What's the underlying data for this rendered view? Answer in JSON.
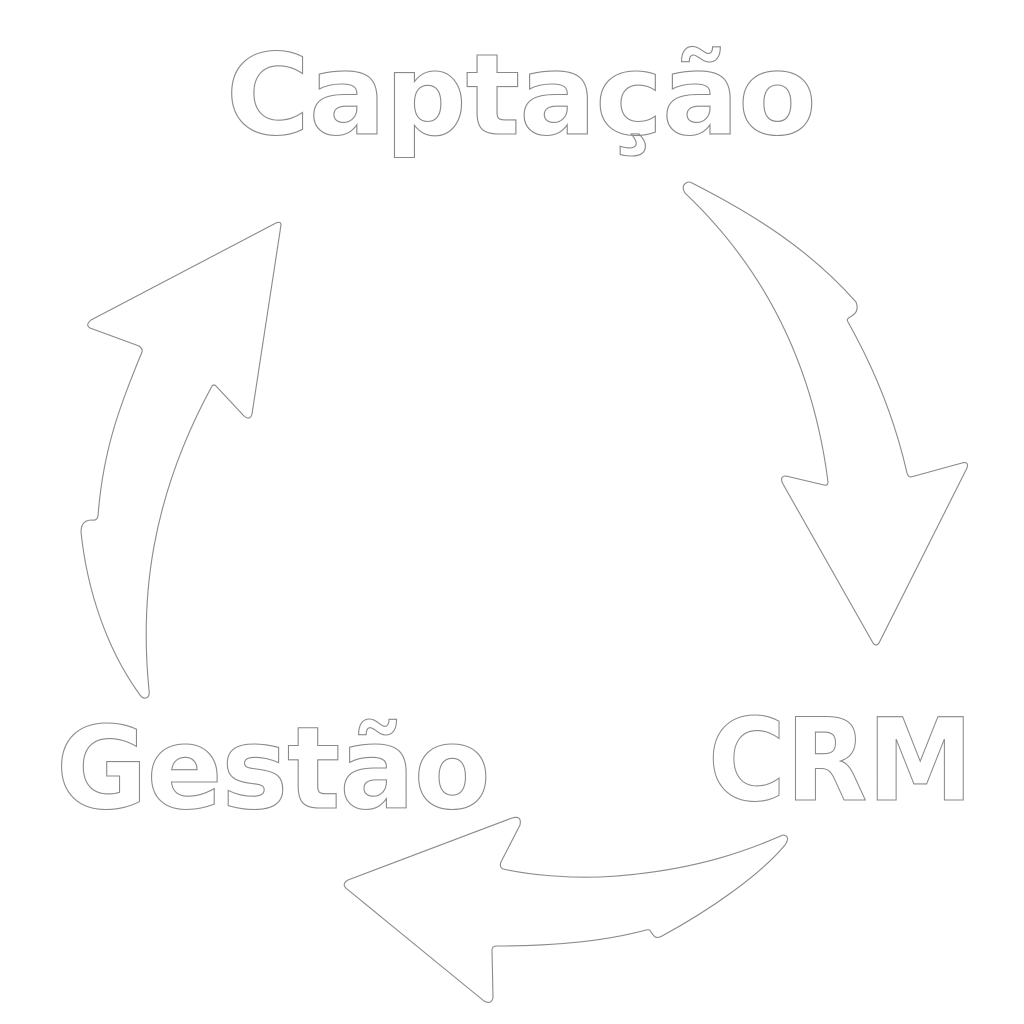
{
  "diagram": {
    "type": "cycle",
    "direction": "clockwise",
    "stages": [
      {
        "label": "Captação",
        "position": "top"
      },
      {
        "label": "CRM",
        "position": "bottom-right"
      },
      {
        "label": "Gestão",
        "position": "bottom-left"
      }
    ],
    "arrows": [
      {
        "from": "Captação",
        "to": "CRM"
      },
      {
        "from": "CRM",
        "to": "Gestão"
      },
      {
        "from": "Gestão",
        "to": "Captação"
      }
    ],
    "colors": {
      "background": "#ffffff",
      "fill": "#ffffff",
      "outline": "#8a8a8a"
    }
  }
}
